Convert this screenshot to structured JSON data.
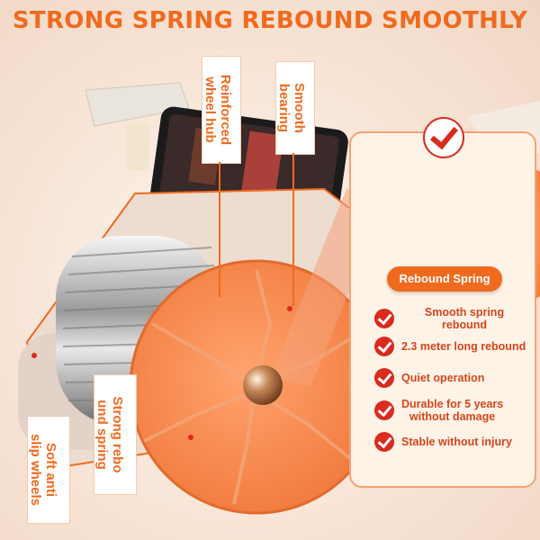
{
  "headline": "STRONG SPRING REBOUND SMOOTHLY",
  "callouts": {
    "reinforced_hub": "Reinforced\nwheel hub",
    "smooth_bearing": "Smooth\nbearing",
    "strong_rebound": "Strong rebo\nund spring",
    "soft_wheels": "Soft anti\nslip wheels"
  },
  "panel": {
    "title": "Rebound Spring",
    "features": [
      "Smooth spring rebound",
      "2.3 meter long rebound",
      "Quiet operation",
      "Durable for 5 years\nwithout damage",
      "Stable without injury"
    ]
  },
  "colors": {
    "accent": "#f06a1e",
    "check": "#d92b1e",
    "panel_border": "#f5a171"
  },
  "icons": {
    "check": "check-icon",
    "big_check": "large-check-icon"
  }
}
